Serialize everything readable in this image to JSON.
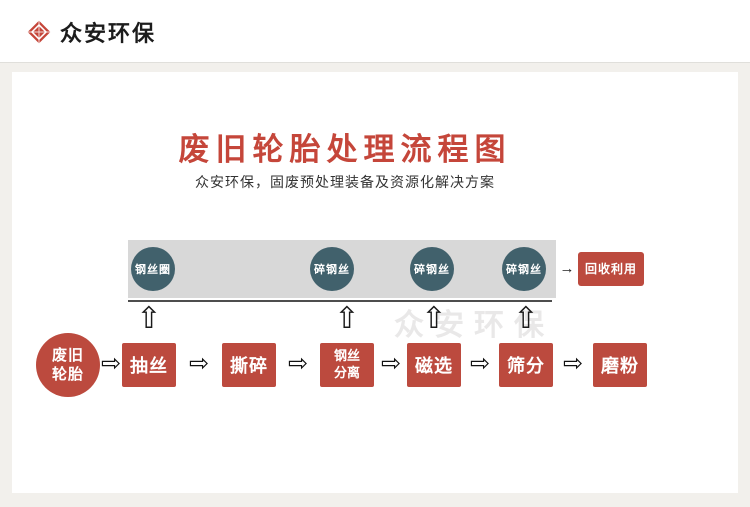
{
  "header": {
    "brand": "众安环保"
  },
  "hero": {
    "title": "废旧轮胎处理流程图",
    "subtitle": "众安环保，固废预处理装备及资源化解决方案"
  },
  "watermark": "众安环保",
  "colors": {
    "brand_red": "#bc4a3e",
    "circle_teal": "#41616c",
    "band_gray": "#d8d8d8"
  },
  "band": {
    "outputs": [
      "钢丝圈",
      "碎钢丝",
      "碎钢丝",
      "碎钢丝"
    ],
    "to_recycle_arrow": "→",
    "recycle_label": "回收利用"
  },
  "flow": {
    "start_label": "废旧\n轮胎",
    "steps": [
      "抽丝",
      "撕碎",
      "钢丝\n分离",
      "磁选",
      "筛分",
      "磨粉"
    ],
    "arrow": "⇨",
    "up_arrow": "⇧"
  }
}
